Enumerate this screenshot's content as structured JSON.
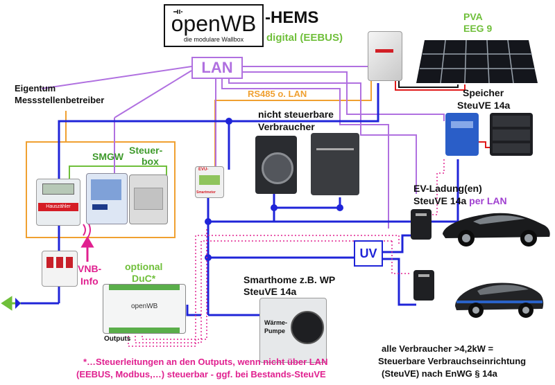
{
  "header": {
    "logo_text": "openWB",
    "logo_subtitle": "die modulare Wallbox",
    "hems": "-HEMS",
    "digital": "digital (EEBUS)"
  },
  "pv": {
    "line1": "PVA",
    "line2": "EEG 9"
  },
  "lan_label": "LAN",
  "rs485_label": "RS485 o. LAN",
  "owner": {
    "line1": "Eigentum",
    "line2": "Messstellenbetreiber"
  },
  "smgw_label": "SMGW",
  "steuerbox": {
    "line1": "Steuer-",
    "line2": "box"
  },
  "nicht_steuerbar": {
    "line1": "nicht steuerbare",
    "line2": "Verbraucher"
  },
  "speicher": {
    "line1": "Speicher",
    "line2": "SteuVE 14a"
  },
  "ev": {
    "line1": "EV-Ladung(en)",
    "line2a": "SteuVE 14a ",
    "line2b": "per LAN"
  },
  "uv_label": "UV",
  "vnb_info": {
    "line1": "VNB-",
    "line2": "Info"
  },
  "optional": {
    "line1": "optional",
    "line2": "DuC*"
  },
  "outputs_label": "Outputs",
  "smarthome": {
    "line1": "Smarthome z.B. WP",
    "line2": "SteuVE 14a"
  },
  "waermepumpe": {
    "line1": "Wärme-",
    "line2": "Pumpe"
  },
  "footnote": {
    "line1": "*…Steuerleitungen an den Outputs, wenn nicht über LAN",
    "line2": "(EEBUS, Modbus,…) steuerbar - ggf. bei Bestands-SteuVE"
  },
  "summary": {
    "line1": "alle Verbraucher >4,2kW =",
    "line2": "Steuerbare Verbrauchseinrichtung",
    "line3": "(SteuVE) nach EnWG § 14a"
  },
  "meter_label": "Hauszähler",
  "evu_label": "EVU-",
  "smartmeter_label": "Smartmeter",
  "duc_brand": "openWB",
  "colors": {
    "blue": "#1f24d8",
    "purple": "#b070e0",
    "pink": "#e0208f",
    "orange": "#f0a030",
    "green": "#6fbf3a"
  }
}
